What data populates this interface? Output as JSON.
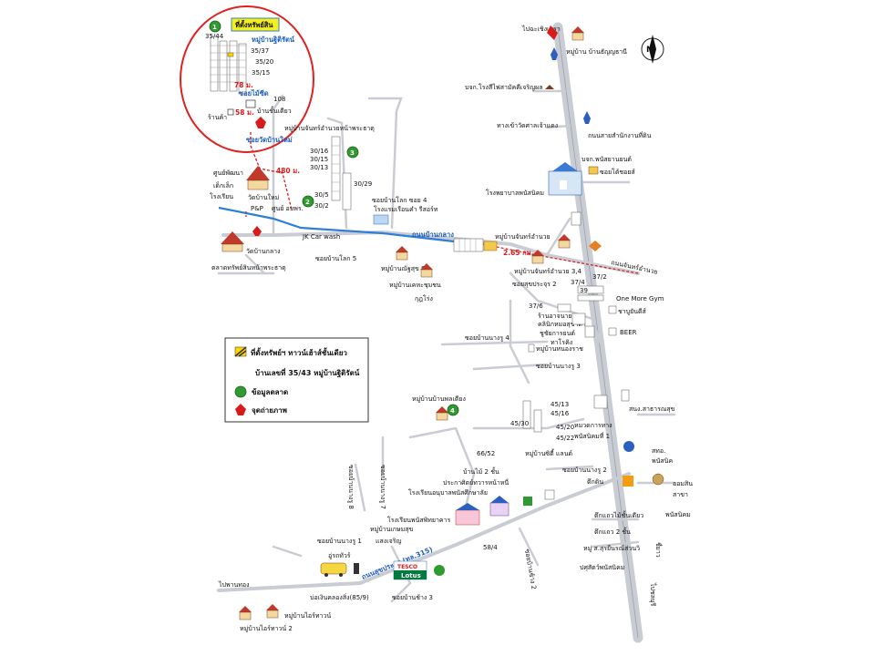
{
  "legend": {
    "title_1": "ที่ตั้งทรัพย์ฯ ทาวน์เฮ้าส์ชั้นเดียว",
    "title_2": "บ้านเลขที่ 35/43  หมู่บ้านฐิติรัตน์",
    "item_1": "ข้อมูลตลาด",
    "item_2": "จุดถ่ายภาพ"
  },
  "inset": {
    "tag": "ที่ตั้งทรัพย์สิน",
    "village": "หมู่บ้านฐิติรัตน์",
    "lot_35_44": "35/44",
    "lot_35_37": "35/37",
    "lot_35_20": "35/20",
    "lot_35_15": "35/15",
    "lot_108": "108",
    "dist_78": "78 ม.",
    "dist_58": "58 ม.",
    "soi_mai": "ซอยไม้ซีด",
    "single_house": "บ้านชั้นเดียว",
    "shop": "ร้านค้า",
    "soi_wat": "ซอยวัดบ้านใหม่",
    "marker_1": "1",
    "marker_2": "2"
  },
  "north": {
    "letter": "N"
  },
  "labels": {
    "to_chachoengsao": "ไปฉะเชิงเทรา",
    "vill_thanya": "หมู่บ้าน บ้านธัญญธานี",
    "school_sattha": "บจก.โรงสีไฟสามัคคีเจริญผล",
    "road_chinese": "ทางเข้าวัดศาลเจ้าแดง",
    "road_office": "ถนนสายสำนักงานที่ดิน",
    "tyre_shop": "บจก.พนัสยานยนต์",
    "toyota": "ซอยโต้ชอยส์",
    "hospital": "โรงพยาบาลพนัสนิคม",
    "vill_chan_mid": "หมู่บ้านจันทร์อำนวยหน้าพระธาตุ",
    "lot_30_16": "30/16",
    "lot_30_15": "30/15",
    "lot_30_13": "30/13",
    "lot_30_29": "30/29",
    "lot_30_5": "30/5",
    "lot_30_2": "30/2",
    "marker_3": "3",
    "dist_480": "480 ม.",
    "school_area": "ศูนย์พัฒนา",
    "kindergarten": "เด็กเล็ก",
    "school_ruen": "โรงเรียน",
    "wat_bai": "วัดบ้านใหม่",
    "ban_klang": "วัดบ้านกลาง",
    "center_ob": "ศูนย์ อบพร.",
    "pp": "P&P",
    "jk": "JK Car wash",
    "soi_lokloe4": "ซอยบ้านโลก ซอย 4",
    "roadside_rest": "โรงแรมเรือนคำ รีสอร์ท",
    "road_ban_klang": "ถนนบ้านกลาง",
    "thanon_market": "ตลาดทรัพย์สินหน้าพระธาตุ",
    "vill_chan_amnuai": "หมู่บ้านจันทร์อำนวย",
    "dist_265": "2.65 กม.",
    "road_chan": "ถนนจันทร์อำนวย",
    "soi_lok5": "ซอยบ้านโลก 5",
    "vill_nasuk8": "หมู่บ้านณัฐสุข 8",
    "vill_chan34": "หมู่บ้านจันทร์อำนวย 3,4",
    "soi_sukhaprasert2": "ซอยสุขประจุร 2",
    "vill_khao_chamin": "หมู่บ้านเคหะชุมชน",
    "kutjokrung": "กุฎโร่ง",
    "lot_37_4": "37/4",
    "lot_37_2": "37/2",
    "lot_39": "39",
    "gym": "One More Gym",
    "lot_37_6": "37/6",
    "shop_sok": "ร้านอาจนาย",
    "clinic": "คลินิกหมอสุชาดา",
    "garage": "ชูชัยการยนต์",
    "pharmacy": "ทาโรคิง",
    "ban_yen": "ชาบูยันดีส์",
    "beer": "BEER",
    "soi_nangu4": "ซอยบ้านนางรู 4",
    "vill_nonghong": "หมู่บ้านหนองราช",
    "soi_nangu3": "ซอยบ้านนางรู 3",
    "vill_phaktien": "หมู่บ้านบ้านพลเตียง",
    "marker_4": "4",
    "lot_45_13": "45/13",
    "lot_45_16": "45/16",
    "lot_45_30": "45/30",
    "lot_45_20": "45/20",
    "lot_45_22": "45/22",
    "mrs_office": "สนง.สาธารณสุข",
    "land_office": "หมวดการทาง",
    "phanat1": "พนัสนิคมที่ 1",
    "lot_66_52": "66/52",
    "vill_citiland": "หมู่บ้านซิตี้ แลนด์",
    "ban_mai2": "บ้านไม้ 2 ชั้น",
    "praphawat": "ประกาศิตย์ทวารหน้าหนี่",
    "soi_nangu2": "ซอยบ้านนางรู 2",
    "tuk_din": "ตึกดิน",
    "tuk_ngo": "สทอ.",
    "phanatnik": "พนัสนิค",
    "school_anuban": "โรงเรียนอนุบาลพนัสศึกษาลัย",
    "wood_house": "ตึกแถวไม้ชั้นเดียว",
    "tuk_2": "ตึกแถว 2 ชั้น",
    "mo_ros": "หมู่ ส.สุรยืนรณ์ส่วนวิ",
    "pattana_hospital": "ปศุสัตว์พนัสนิคม",
    "aomsin": "ออมสิน",
    "sakha": "สาขา",
    "phanatnikhom": "พนัสนิคม",
    "school_phanat": "โรงเรียนพนัสพิทยาคาร",
    "vill_kasemsuk": "หมู่บ้านเกษมสุข",
    "saengcharoen": "แสงเจริญ",
    "soi_nangu1": "ซอยบ้านนางรู 1",
    "lot_58_4": "58/4",
    "soi_banklong2": "ซอยบ้านช้าง 2",
    "road_sukhaprasert": "ถนนสุขประยูร (ทล.315)",
    "tesco": "TESCO",
    "lotus": "Lotus",
    "soi_banchang3": "ซอยบ้านช้าง 3",
    "to_phan_thong": "ไปพานทอง",
    "u_ro_tour": "อู่รถทัวร์",
    "bo_ngern": "บ่อเงินคลองสิ่ง(85/9)",
    "vill_iri1": "หมู่บ้านไอร์ทาวน์",
    "vill_iri2": "หมู่บ้านไอร์ทาวน์ 2",
    "soi_vert1": "ซอยบ้านนางรู 8",
    "soi_vert2": "ซอยบ้านนางรู 7",
    "to_chonburi": "ไปชลบุรี",
    "ban_na": "ชื่ยาว"
  },
  "colors": {
    "circle_red": "#e02020",
    "road_blue": "#2f7fd6",
    "marker_green": "#2f9a2f",
    "tag_yellow": "#f5f01a",
    "camera_red": "#d81b1b"
  }
}
